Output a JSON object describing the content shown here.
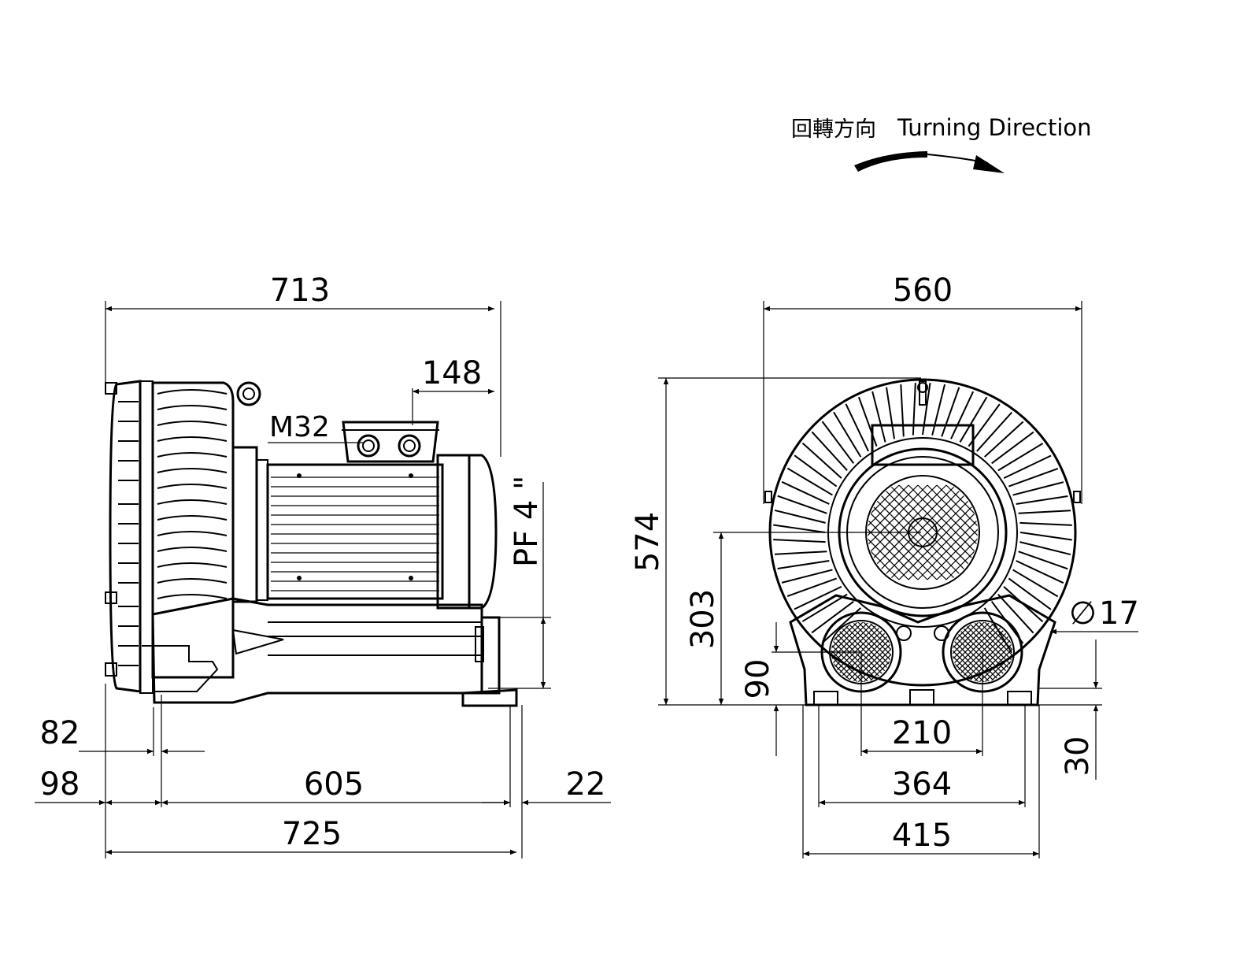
{
  "turning": {
    "cjk": "回轉方向",
    "en": "Turning Direction"
  },
  "side_view": {
    "overall_length_top": "713",
    "terminal_offset": "148",
    "cable_gland": "M32",
    "port_thread": "PF 4 \"",
    "dim_82": "82",
    "dim_98": "98",
    "dim_605": "605",
    "dim_22": "22",
    "overall_length_bottom": "725"
  },
  "front_view": {
    "overall_width": "560",
    "overall_height": "574",
    "axis_height": "303",
    "port_height": "90",
    "hole_dia_symbol": "∅",
    "hole_dia": "17",
    "foot_height": "30",
    "port_spacing": "210",
    "foot_spacing": "364",
    "base_width": "415"
  },
  "colors": {
    "line": "#000000",
    "background": "#ffffff"
  }
}
